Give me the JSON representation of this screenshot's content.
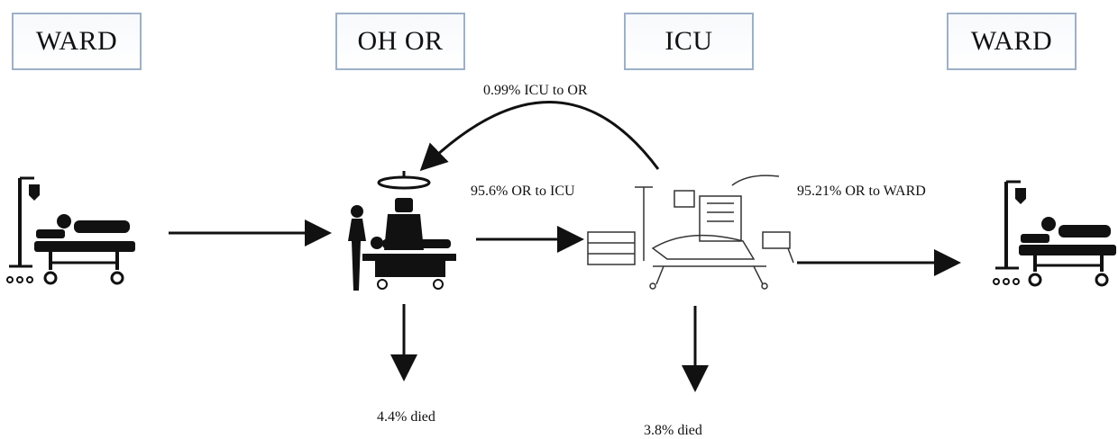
{
  "stages": {
    "ward_start": "WARD",
    "or": "OH OR",
    "icu": "ICU",
    "ward_end": "WARD"
  },
  "transitions": {
    "icu_to_or": "0.99%  ICU to OR",
    "or_to_icu": "95.6% OR to ICU",
    "or_to_ward": "95.21% OR to WARD",
    "or_died": "4.4%  died",
    "icu_died": "3.8%  died"
  },
  "icons": [
    "hospital-bed-patient-icon",
    "operating-room-surgeon-icon",
    "icu-bed-icon",
    "hospital-bed-patient-icon"
  ],
  "colors": {
    "box_border": "#9db0c8",
    "ink": "#111111"
  }
}
